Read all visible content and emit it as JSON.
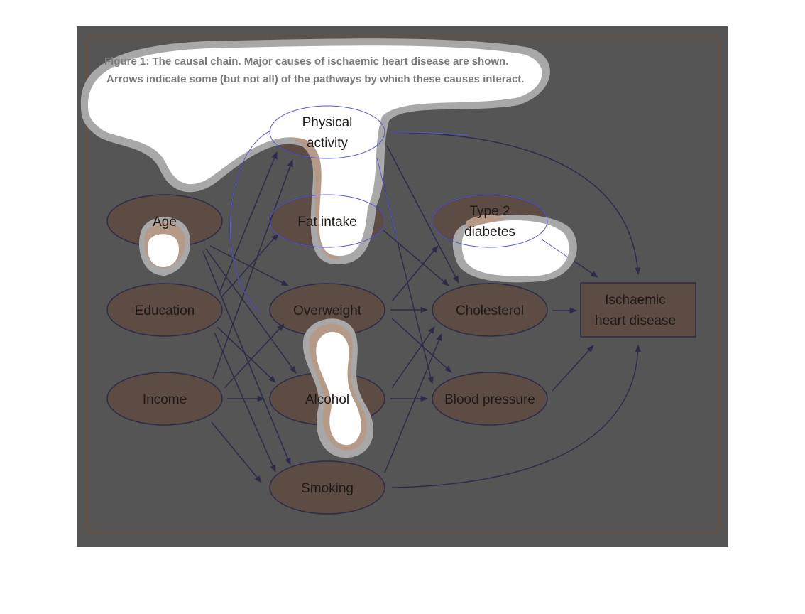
{
  "caption": {
    "line1": "Figure 1: The causal chain. Major causes of ischaemic heart disease are shown.",
    "line2": "Arrows indicate some (but not all) of the pathways by which these causes interact."
  },
  "nodes": {
    "physical_activity": {
      "line1": "Physical",
      "line2": "activity"
    },
    "age": {
      "label": "Age"
    },
    "fat_intake": {
      "label": "Fat intake"
    },
    "type2_diabetes": {
      "line1": "Type 2",
      "line2": "diabetes"
    },
    "education": {
      "label": "Education"
    },
    "overweight": {
      "label": "Overweight"
    },
    "cholesterol": {
      "label": "Cholesterol"
    },
    "ihd": {
      "line1": "Ischaemic",
      "line2": "heart disease"
    },
    "income": {
      "label": "Income"
    },
    "alcohol": {
      "label": "Alcohol"
    },
    "blood_pressure": {
      "label": "Blood pressure"
    },
    "smoking": {
      "label": "Smoking"
    }
  },
  "colors": {
    "panel": "#555555",
    "node_fill": "#5c4c44",
    "node_stroke": "#2d2c48",
    "arrow": "#2d2c48",
    "frame": "#7a4a2a",
    "blob_fill": "#ffffff",
    "blob_halo": "#a8a8a8",
    "blob_rim": "#b59a88",
    "highlight": "#5a5ad8"
  }
}
